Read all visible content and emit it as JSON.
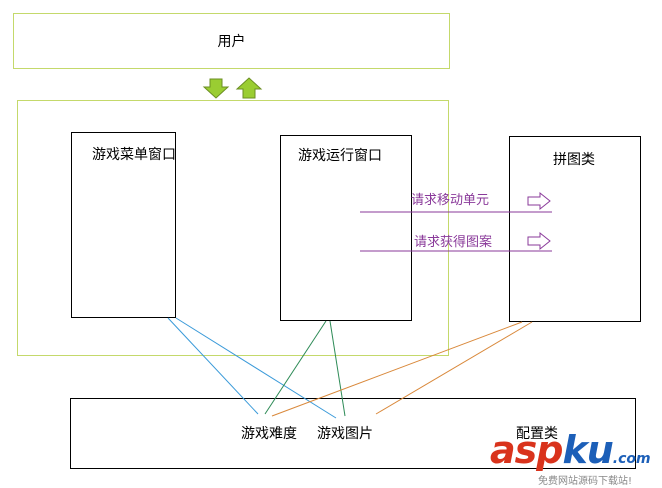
{
  "user": {
    "label": "用户"
  },
  "windows": {
    "menu": "游戏菜单窗口",
    "run": "游戏运行窗口"
  },
  "puzzle": {
    "label": "拼图类"
  },
  "requests": {
    "move": "请求移动单元",
    "get_image": "请求获得图案"
  },
  "config": {
    "label": "配置类",
    "difficulty": "游戏难度",
    "image": "游戏图片"
  },
  "watermark": {
    "brand_asp": "asp",
    "brand_ku": "ku",
    "brand_com": ".com",
    "subtitle": "免费网站源码下载站!"
  },
  "colors": {
    "frame_green": "#c4d96b",
    "arrow_green": "#9acd32",
    "line_blue": "#3a9ad9",
    "line_green": "#2e8b57",
    "line_orange": "#d9883a",
    "request_purple": "#8a3a9a",
    "brand_red": "#d9331c",
    "brand_blue": "#1c5fb8"
  }
}
